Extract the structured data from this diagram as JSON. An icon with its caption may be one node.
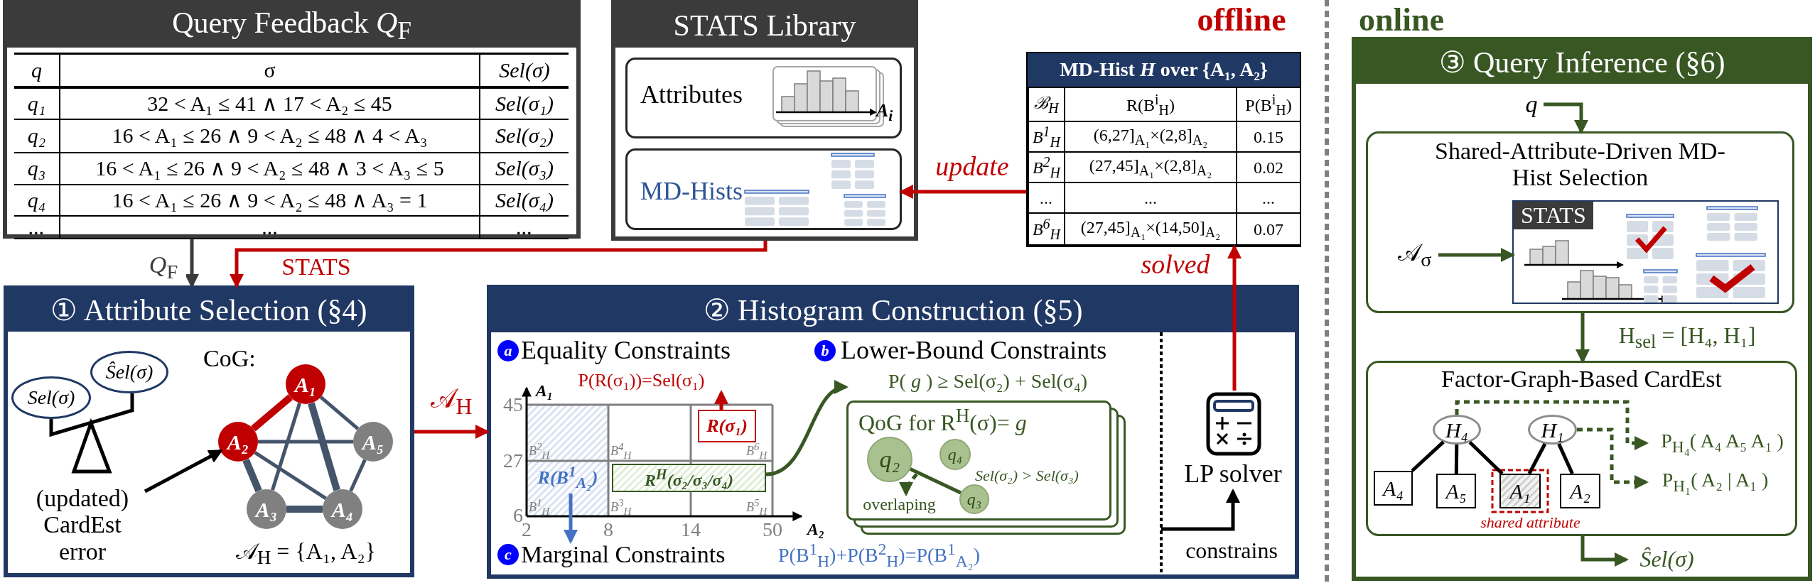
{
  "diagram": {
    "nodes": [
      {
        "text": [
          "Query Feedback *Q*$_{F}$"
        ]
      },
      {
        "text": [
          "STATS Library"
        ]
      },
      {
        "text": [
          "Attributes",
          "*A*$_{i}$"
        ],
        "in": 1
      },
      {
        "text": [
          "MD-Hists"
        ],
        "in": 1
      },
      {
        "text": [
          "MD-Hist *H* over {A₁, A₂}"
        ]
      },
      {
        "text": [
          "① Attribute Selection (§4)"
        ]
      },
      {
        "text": [
          "Sel(σ)"
        ],
        "in": 5
      },
      {
        "text": [
          "Ŝel(σ)"
        ],
        "in": 5
      },
      {
        "text": [
          "(updated) CardEst error"
        ],
        "in": 5
      },
      {
        "text": [
          "A₁"
        ],
        "in": 5
      },
      {
        "text": [
          "A₂"
        ],
        "in": 5
      },
      {
        "text": [
          "A₅"
        ],
        "in": 5
      },
      {
        "text": [
          "A₃"
        ],
        "in": 5
      },
      {
        "text": [
          "A₄"
        ],
        "in": 5
      },
      {
        "text": [
          "② Histogram Construction (§5)"
        ]
      },
      {
        "text": [
          "P(R(σ₁))=Sel(σ₁)"
        ],
        "in": 14
      },
      {
        "text": [
          "R(σ₁)"
        ],
        "in": 14
      },
      {
        "text": [
          "R(B$^{1}$$_{A₂}$)"
        ],
        "in": 14
      },
      {
        "text": [
          "R$^{H}$(σ₂/σ₃/σ₄)"
        ],
        "in": 14
      },
      {
        "text": [
          "Marginal Constraints"
        ],
        "in": 14
      },
      {
        "text": [
          "P( *g* ) ≥ Sel(σ₂) + Sel(σ₄)"
        ],
        "in": 14
      },
      {
        "text": [
          "QoG for R$^{H}$(σ)= *g*"
        ],
        "in": 14
      },
      {
        "text": [
          "q₂"
        ],
        "in": 21
      },
      {
        "text": [
          "q₄"
        ],
        "in": 21
      },
      {
        "text": [
          "q₃"
        ],
        "in": 21
      },
      {
        "text": [
          "overlaping"
        ],
        "in": 21
      },
      {
        "text": [
          "LP solver"
        ],
        "in": 14
      },
      {
        "text": [
          "③ Query Inference (§6)"
        ]
      },
      {
        "text": [
          "Shared-Attribute-Driven MD-Hist Selection"
        ],
        "in": 27
      },
      {
        "text": [
          "STATS"
        ],
        "in": 28
      },
      {
        "text": [
          "q"
        ],
        "in": 27
      },
      {
        "text": [
          "𝒜$_{σ}$"
        ],
        "in": 28
      },
      {
        "text": [
          "Factor-Graph-Based CardEst"
        ],
        "in": 27
      },
      {
        "text": [
          "H₄"
        ],
        "in": 32
      },
      {
        "text": [
          "H₁"
        ],
        "in": 32
      },
      {
        "text": [
          "A₄"
        ],
        "in": 32
      },
      {
        "text": [
          "A₅"
        ],
        "in": 32
      },
      {
        "text": [
          "A₁"
        ],
        "in": 32,
        "beside": [
          "shared attribute"
        ]
      },
      {
        "text": [
          "A₂"
        ],
        "in": 32
      },
      {
        "text": [
          "P$_{H₄}$( A₄ A₅ A₁ )"
        ],
        "in": 32
      },
      {
        "text": [
          "P$_{H₁}$( A₂ | A₁ )"
        ],
        "in": 32
      },
      {
        "text": [
          "Ŝel(σ)"
        ],
        "in": 27
      }
    ],
    "edges": [
      {
        "from": 0,
        "to": 5,
        "arrow": "to",
        "label": "*Q*$_{F}$",
        "color": "#3b3b3b"
      },
      {
        "from": 1,
        "to": 5,
        "arrow": "to",
        "label": "STATS",
        "color": "#c00000"
      },
      {
        "from": 4,
        "to": 3,
        "arrow": "to",
        "label": "update",
        "color": "#c00000"
      },
      {
        "from": 26,
        "to": 4,
        "arrow": "to",
        "label": "solved",
        "color": "#c00000"
      },
      {
        "from": 5,
        "to": 14,
        "arrow": "to",
        "label": "𝒜$_{H}$",
        "color": "#c00000"
      },
      {
        "from": 8,
        "to": 10,
        "arrow": "to"
      },
      {
        "from": 9,
        "to": 10,
        "arrow": "none",
        "style": "thick",
        "color": "#c00000"
      },
      {
        "from": 9,
        "to": 11,
        "arrow": "none",
        "color": "#44546a"
      },
      {
        "from": 9,
        "to": 12,
        "arrow": "none",
        "color": "#44546a"
      },
      {
        "from": 9,
        "to": 13,
        "arrow": "none",
        "style": "thick",
        "color": "#44546a"
      },
      {
        "from": 10,
        "to": 11,
        "arrow": "none",
        "color": "#44546a"
      },
      {
        "from": 10,
        "to": 13,
        "arrow": "none",
        "color": "#44546a"
      },
      {
        "from": 10,
        "to": 12,
        "arrow": "none",
        "style": "thick",
        "color": "#44546a"
      },
      {
        "from": 12,
        "to": 13,
        "arrow": "none",
        "style": "thick",
        "color": "#44546a"
      },
      {
        "from": 11,
        "to": 13,
        "arrow": "none",
        "color": "#44546a"
      },
      {
        "from": 16,
        "to": 15,
        "arrow": "to",
        "color": "#c00000"
      },
      {
        "from": 17,
        "to": 19,
        "arrow": "to",
        "color": "#4472c4"
      },
      {
        "from": 18,
        "to": 20,
        "arrow": "to",
        "color": "#385723"
      },
      {
        "from": 24,
        "to": 22,
        "arrow": "none",
        "color": "#385723"
      },
      {
        "from": null,
        "to": 25,
        "arrow": "to",
        "style": "dashed",
        "color": "#385723"
      },
      {
        "from": null,
        "to": 26,
        "arrow": "to",
        "label": "constrains"
      },
      {
        "from": 30,
        "to": 28,
        "arrow": "to",
        "color": "#385723"
      },
      {
        "from": 31,
        "to": 29,
        "arrow": "to",
        "color": "#385723"
      },
      {
        "from": 28,
        "to": 32,
        "arrow": "to",
        "label": "H$_{sel}$ = [H₄, H₁]",
        "color": "#385723"
      },
      {
        "from": 33,
        "to": 35,
        "arrow": "none"
      },
      {
        "from": 33,
        "to": 36,
        "arrow": "none"
      },
      {
        "from": 33,
        "to": 37,
        "arrow": "none"
      },
      {
        "from": 34,
        "to": 37,
        "arrow": "none"
      },
      {
        "from": 34,
        "to": 38,
        "arrow": "none"
      },
      {
        "from": 33,
        "to": 39,
        "arrow": "to",
        "style": "dashed",
        "color": "#385723"
      },
      {
        "from": 34,
        "to": 40,
        "arrow": "to",
        "style": "dashed",
        "color": "#385723"
      },
      {
        "from": 32,
        "to": 41,
        "arrow": "to",
        "color": "#385723"
      }
    ],
    "labels": [
      "offline",
      "online",
      "q",
      "σ",
      "Sel(σ)",
      "q₁",
      "32 < A₁ ≤ 41 ∧ 17 < A₂ ≤ 45",
      "Sel(σ₁)",
      "q₂",
      "16 < A₁ ≤ 26 ∧ 9 < A₂ ≤ 48 ∧ 4 < A₃",
      "Sel(σ₂)",
      "q₃",
      "16 < A₁ ≤ 26 ∧ 9 < A₂ ≤ 48 ∧ 3 < A₃ ≤ 5",
      "Sel(σ₃)",
      "q₄",
      "16 < A₁ ≤ 26 ∧ 9 < A₂ ≤ 48 ∧ A₃ = 1",
      "Sel(σ₄)",
      "...",
      "...",
      "...",
      "ℬ$_{H}$",
      "R(B$^{i}$$_{H}$)",
      "P(B$^{i}$$_{H}$)",
      "B$^{1}$$_{H}$",
      "(6,27]$_{A₁}$×(2,8]$_{A₂}$",
      "0.15",
      "B$^{2}$$_{H}$",
      "(27,45]$_{A₁}$×(2,8]$_{A₂}$",
      "0.02",
      "...",
      "...",
      "...",
      "B$^{6}$$_{H}$",
      "(27,45]$_{A₁}$×(14,50]$_{A₂}$",
      "0.07",
      "CoG:",
      "𝒜$_{H}$ = {A₁, A₂}",
      "a",
      "Equality Constraints",
      "b",
      "Lower-Bound Constraints",
      "A₁",
      "45",
      "27",
      "6",
      "2",
      "8",
      "14",
      "50",
      "A₂",
      "B$^{2}$$_{H}$",
      "B$^{4}$$_{H}$",
      "B$^{6}$$_{H}$",
      "B$^{1}$$_{H}$",
      "B$^{3}$$_{H}$",
      "B$^{5}$$_{H}$",
      "c",
      "P(B$^{1}$$_{H}$)+P(B$^{2}$$_{H}$)=P(B$^{1}$$_{A₂}$)",
      "Sel(σ₂) > Sel(σ₃)"
    ]
  }
}
